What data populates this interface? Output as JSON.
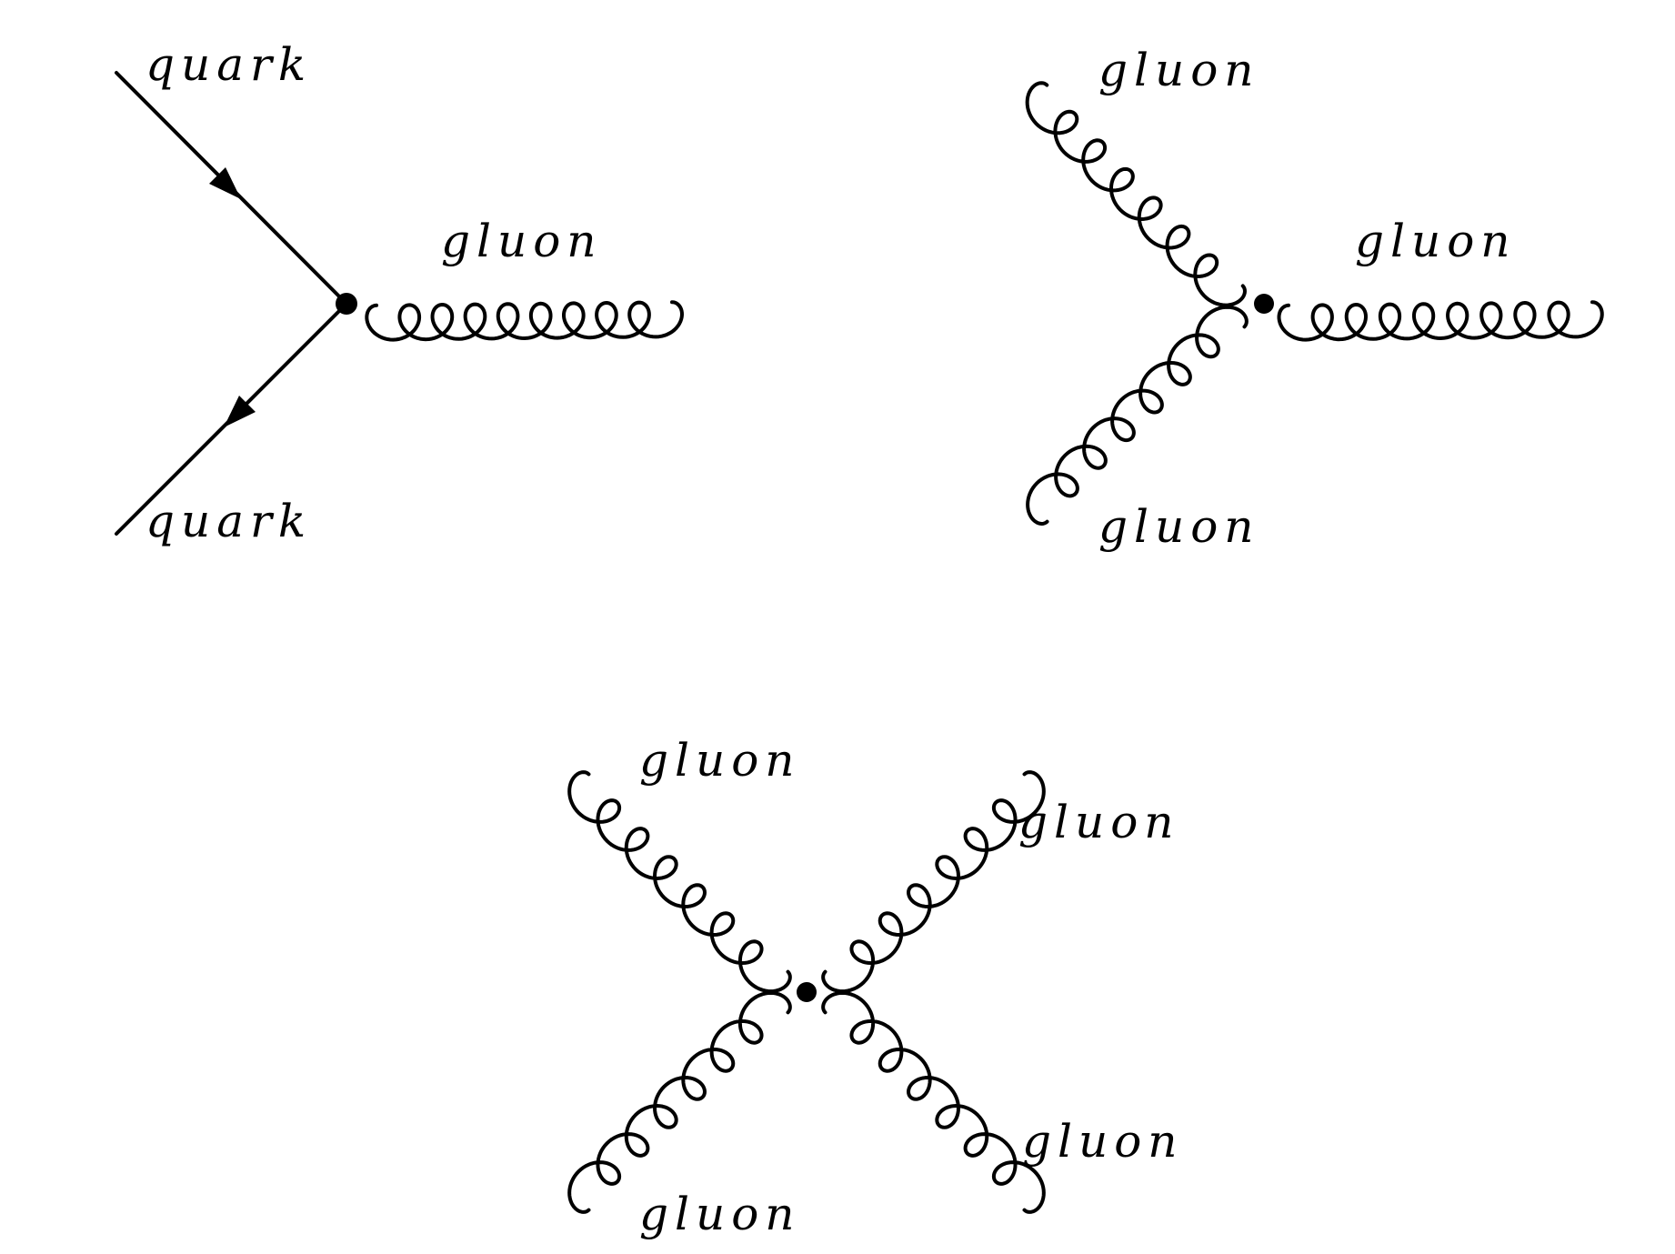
{
  "diagrams": [
    {
      "name": "quark-gluon-vertex",
      "labels": [
        "quark",
        "quark",
        "gluon"
      ]
    },
    {
      "name": "three-gluon-vertex",
      "labels": [
        "gluon",
        "gluon",
        "gluon"
      ]
    },
    {
      "name": "four-gluon-vertex",
      "labels": [
        "gluon",
        "gluon",
        "gluon",
        "gluon"
      ]
    }
  ],
  "colors": {
    "line": "#000000",
    "background": "#ffffff"
  }
}
